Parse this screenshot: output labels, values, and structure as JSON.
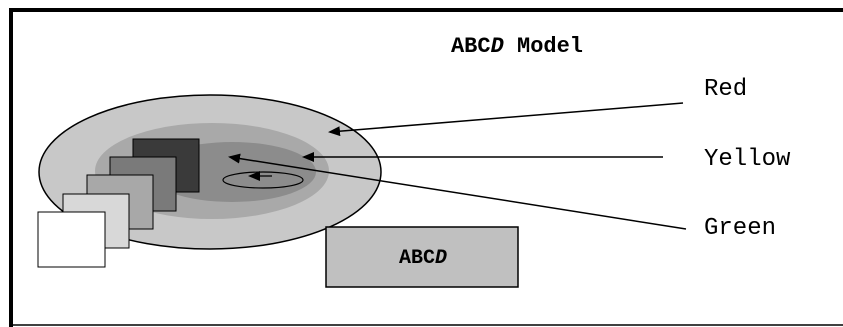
{
  "diagram": {
    "title": {
      "bold": "ABC",
      "italic": "D",
      "rest": " Model"
    },
    "labels": {
      "red": "Red",
      "yellow": "Yellow",
      "green": "Green"
    },
    "box_label": {
      "bold": "ABC",
      "italic": "D"
    },
    "colors": {
      "outer_ring": "#c8c8c8",
      "middle_ring": "#a9a9a9",
      "inner_ring": "#8c8c8c",
      "box_fill": "#c0c0c0",
      "stack_dark": "#3a3a3a",
      "stack_mid1": "#7a7a7a",
      "stack_mid2": "#a8a8a8",
      "stack_light": "#d8d8d8",
      "stack_front": "#ffffff",
      "border": "#000000"
    }
  }
}
